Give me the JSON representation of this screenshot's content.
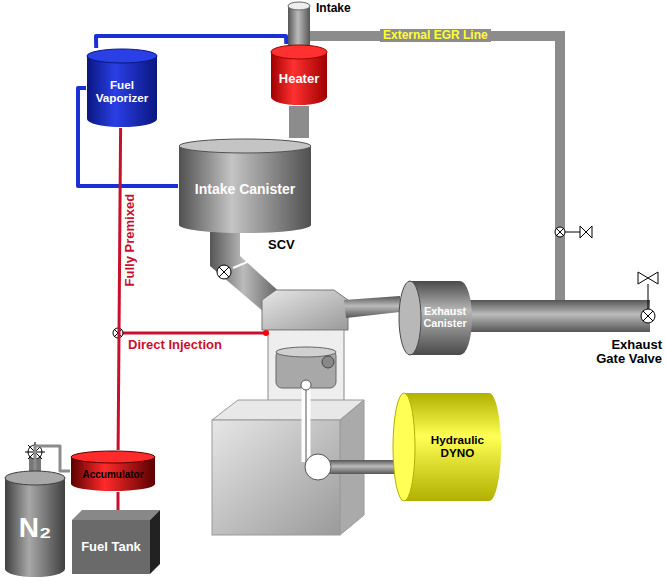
{
  "diagram": {
    "nodes": [
      {
        "text": [
          "Fuel Vaporizer"
        ]
      },
      {
        "text": [
          "Heater"
        ]
      },
      {
        "text": [
          "Intake Canister"
        ]
      },
      {
        "text": [
          "Exhaust Canister"
        ]
      },
      {
        "text": [
          "Hydraulic DYNO"
        ]
      },
      {
        "text": [
          "Accumulator"
        ]
      },
      {
        "text": [
          "N₂"
        ]
      },
      {
        "text": [
          "Fuel Tank"
        ]
      }
    ],
    "edges": [
      {
        "from": 0,
        "to": 1,
        "arrow": "none"
      },
      {
        "from": 0,
        "to": 2,
        "arrow": "none"
      },
      {
        "from": 1,
        "to": 2,
        "arrow": "none"
      },
      {
        "from": 5,
        "to": 0,
        "arrow": "none"
      },
      {
        "from": 6,
        "to": 5,
        "arrow": "none"
      },
      {
        "from": 5,
        "to": 7,
        "arrow": "none"
      }
    ],
    "labels": [
      "Intake",
      "External EGR Line",
      "Fully Premixed",
      "SCV",
      "Direct Injection",
      "Exhaust Gate Valve"
    ]
  }
}
